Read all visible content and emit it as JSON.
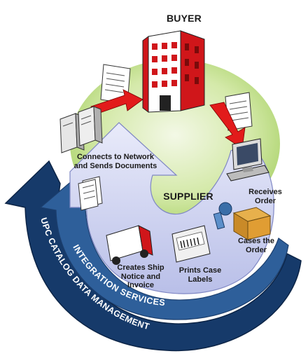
{
  "diagram": {
    "buyer_label": "BUYER",
    "supplier_label": "SUPPLIER",
    "steps": {
      "connects": "Connects to Network\nand Sends Documents",
      "receives": "Receives\nOrder",
      "cases": "Cases the\nOrder",
      "prints": "Prints Case\nLabels",
      "ship_notice": "Creates Ship\nNotice and\nInvoice"
    },
    "bands": {
      "integration": "INTEGRATION SERVICES",
      "upc": "UPC CATALOG DATA MANAGEMENT"
    }
  },
  "colors": {
    "band_dark": "#163a6a",
    "band_mid": "#2e5f9a",
    "lavender": "#c9cdee",
    "green": "#a9d46b",
    "building_red": "#d0161a",
    "arrow_red": "#e21b1b",
    "band_text": "#ffffff"
  }
}
